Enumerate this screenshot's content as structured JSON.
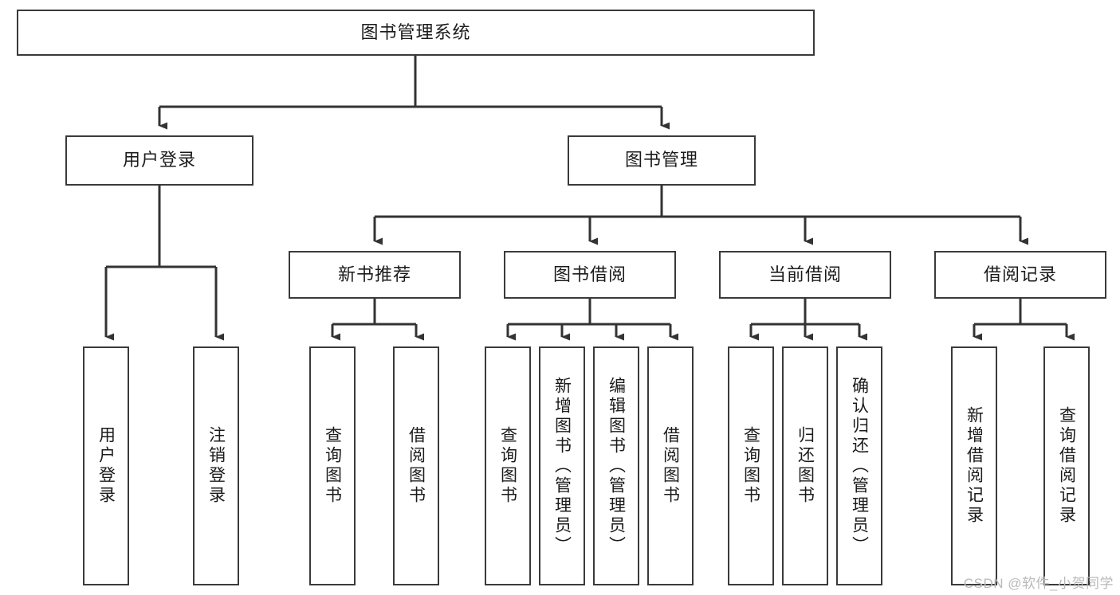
{
  "diagram": {
    "title": "图书管理系统",
    "type": "tree-hierarchy-chart",
    "watermark": "CSDN @软件_小贺同学",
    "colors": {
      "box_stroke": "#3a3a3a",
      "box_fill": "#ffffff",
      "connector": "#333333",
      "text": "#1b1b1b",
      "watermark": "#b9b9b9"
    },
    "nodes": {
      "root": {
        "label": "图书管理系统"
      },
      "level2": [
        {
          "id": "user-login",
          "label": "用户登录"
        },
        {
          "id": "book-management",
          "label": "图书管理"
        }
      ],
      "level3": [
        {
          "id": "new-book-recommend",
          "label": "新书推荐"
        },
        {
          "id": "book-borrow",
          "label": "图书借阅"
        },
        {
          "id": "current-borrow",
          "label": "当前借阅"
        },
        {
          "id": "borrow-record",
          "label": "借阅记录"
        }
      ],
      "leaves": {
        "user_login": [
          {
            "id": "leaf-user-login",
            "label": "用户登录"
          },
          {
            "id": "leaf-logout",
            "label": "注销登录"
          }
        ],
        "new_book_recommend": [
          {
            "id": "leaf-query-book-1",
            "label": "查询图书"
          },
          {
            "id": "leaf-borrow-book-1",
            "label": "借阅图书"
          }
        ],
        "book_borrow": [
          {
            "id": "leaf-query-book-2",
            "label": "查询图书"
          },
          {
            "id": "leaf-add-book",
            "label": "新增图书（管理员）"
          },
          {
            "id": "leaf-edit-book",
            "label": "编辑图书（管理员）"
          },
          {
            "id": "leaf-borrow-book-2",
            "label": "借阅图书"
          }
        ],
        "current_borrow": [
          {
            "id": "leaf-query-book-3",
            "label": "查询图书"
          },
          {
            "id": "leaf-return-book",
            "label": "归还图书"
          },
          {
            "id": "leaf-confirm-return",
            "label": "确认归还（管理员）"
          }
        ],
        "borrow_record": [
          {
            "id": "leaf-add-record",
            "label": "新增借阅记录"
          },
          {
            "id": "leaf-query-record",
            "label": "查询借阅记录"
          }
        ]
      }
    }
  }
}
